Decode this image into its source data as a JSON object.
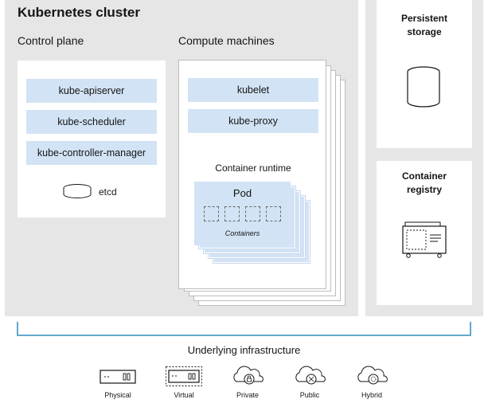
{
  "cluster": {
    "title": "Kubernetes cluster",
    "control_plane": {
      "label": "Control plane",
      "components": [
        "kube-apiserver",
        "kube-scheduler",
        "kube-controller-manager"
      ],
      "etcd": "etcd"
    },
    "compute": {
      "label": "Compute machines",
      "components": [
        "kubelet",
        "kube-proxy"
      ],
      "runtime_label": "Container runtime",
      "pod_label": "Pod",
      "containers_label": "Containers"
    }
  },
  "storage": {
    "line1": "Persistent",
    "line2": "storage"
  },
  "registry": {
    "line1": "Container",
    "line2": "registry"
  },
  "infrastructure": {
    "label": "Underlying infrastructure",
    "items": [
      "Physical",
      "Virtual",
      "Private",
      "Public",
      "Hybrid"
    ]
  },
  "colors": {
    "panel": "#e6e6e6",
    "component": "#d2e3f5",
    "bracket": "#4e9fc7"
  },
  "icons": [
    "database-icon",
    "storage-icon",
    "registry-icon",
    "server-icon",
    "virtual-server-icon",
    "private-cloud-icon",
    "public-cloud-icon",
    "hybrid-cloud-icon"
  ]
}
